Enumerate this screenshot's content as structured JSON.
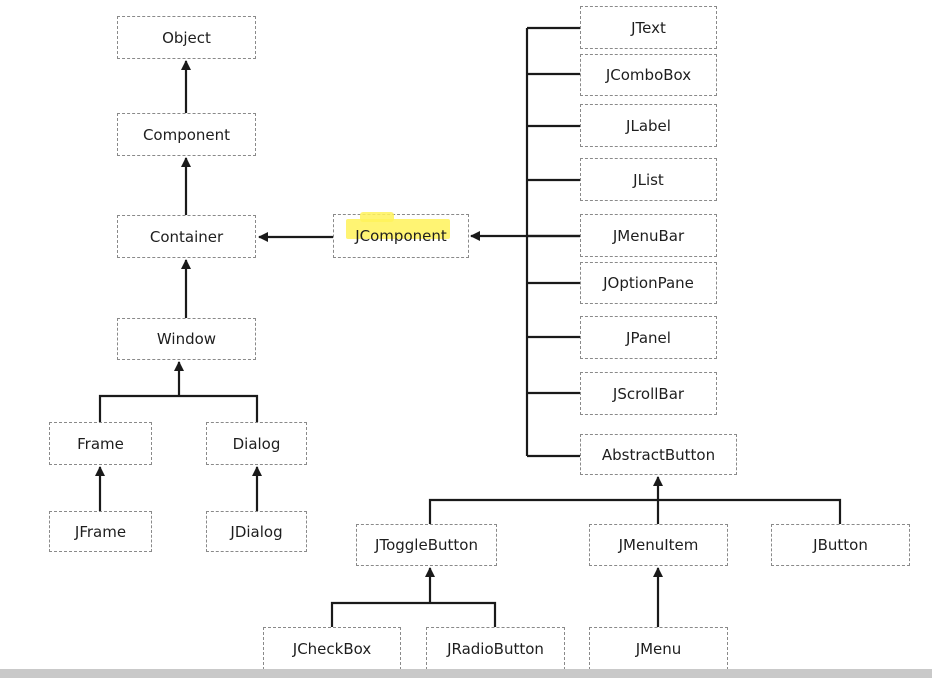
{
  "diagram": {
    "nodes": {
      "object": "Object",
      "component": "Component",
      "container": "Container",
      "window": "Window",
      "frame": "Frame",
      "dialog": "Dialog",
      "jframe": "JFrame",
      "jdialog": "JDialog",
      "jcomponent": "JComponent",
      "jtext": "JText",
      "jcombobox": "JComboBox",
      "jlabel": "JLabel",
      "jlist": "JList",
      "jmenubar": "JMenuBar",
      "joptionpane": "JOptionPane",
      "jpanel": "JPanel",
      "jscrollbar": "JScrollBar",
      "abstractbutton": "AbstractButton",
      "jtogglebutton": "JToggleButton",
      "jmenuitem": "JMenuItem",
      "jbutton": "JButton",
      "jcheckbox": "JCheckBox",
      "jradiobutton": "JRadioButton",
      "jmenu": "JMenu"
    },
    "highlight_color": "#fff25a",
    "line_color": "#1a1a1a"
  }
}
